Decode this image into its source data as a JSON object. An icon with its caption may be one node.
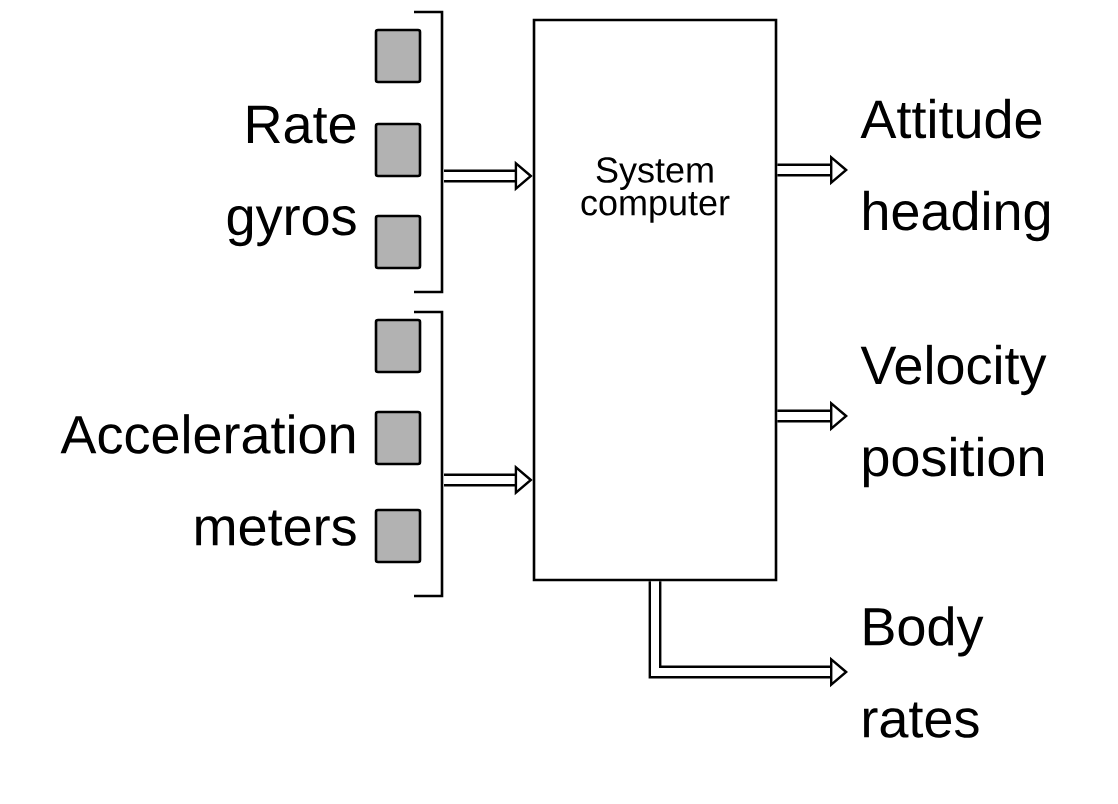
{
  "diagram": {
    "nodes": [
      {
        "text": [
          "Rate gyros"
        ]
      },
      {
        "text": [
          "Acceleration meters"
        ]
      },
      {
        "text": [
          "System computer"
        ]
      },
      {
        "text": [
          "Attitude heading"
        ]
      },
      {
        "text": [
          "Velocity position"
        ]
      },
      {
        "text": [
          "Body rates"
        ]
      }
    ],
    "edges": [
      {
        "from": 0,
        "to": 2,
        "arrow": "to"
      },
      {
        "from": 1,
        "to": 2,
        "arrow": "to"
      },
      {
        "from": 2,
        "to": 3,
        "arrow": "to"
      },
      {
        "from": 2,
        "to": 4,
        "arrow": "to"
      },
      {
        "from": 2,
        "to": 5,
        "arrow": "to"
      }
    ]
  }
}
